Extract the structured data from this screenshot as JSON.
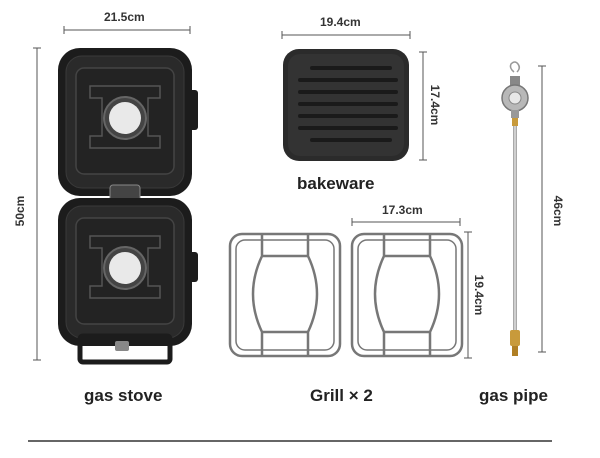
{
  "dimensions": {
    "stove_width": "21.5cm",
    "stove_height": "50cm",
    "bakeware_width": "19.4cm",
    "bakeware_height": "17.4cm",
    "grill_width": "17.3cm",
    "grill_height": "19.4cm",
    "pipe_length": "46cm"
  },
  "labels": {
    "stove": "gas stove",
    "bakeware": "bakeware",
    "grill": "Grill × 2",
    "pipe": "gas pipe"
  },
  "colors": {
    "product_body": "#1c1c1c",
    "line": "#444444"
  }
}
